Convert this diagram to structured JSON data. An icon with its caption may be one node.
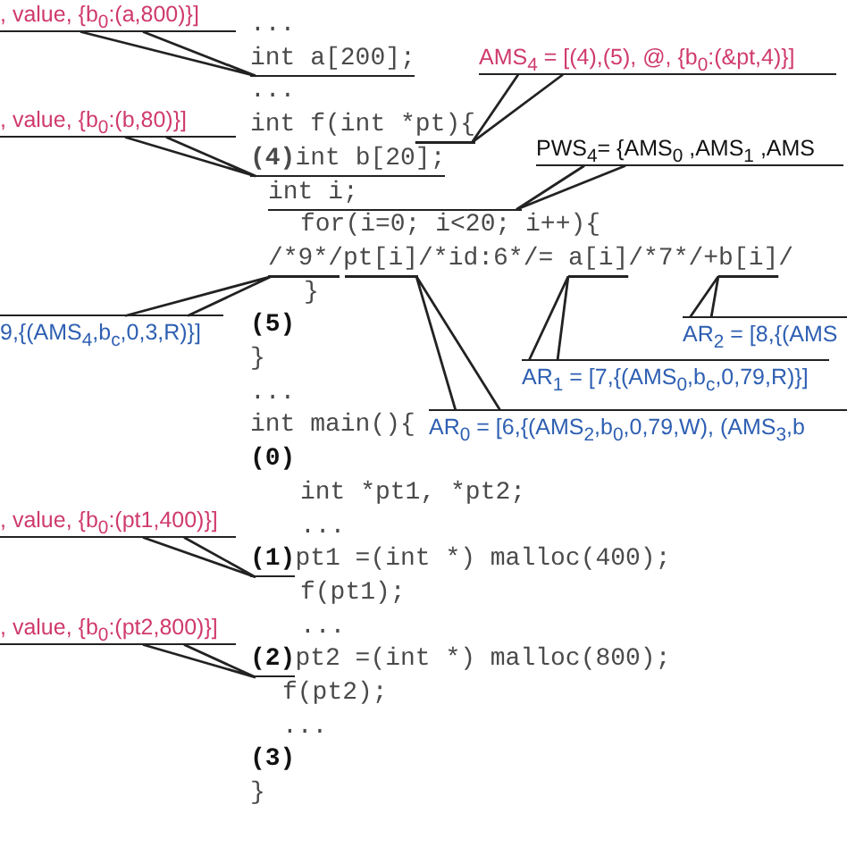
{
  "diagram": {
    "nodes": [
      {
        "text": [
          ", value, {b$_{0}$:(a,800)}]"
        ]
      },
      {
        "text": [
          "int a[200];"
        ]
      },
      {
        "text": [
          "AMS$_{4}$ = [(4),(5), @, {b$_{0}$:(&pt,4)}]"
        ]
      },
      {
        "text": [
          ", value, {b$_{0}$:(b,80)}]"
        ]
      },
      {
        "text": [
          "int f(int *pt){"
        ]
      },
      {
        "text": [
          "PWS$_{4}$= {AMS$_{0}$ ,AMS$_{1}$ ,AMS"
        ]
      },
      {
        "text": [
          "**(4)**int b[20];"
        ]
      },
      {
        "text": [
          "int i;"
        ]
      },
      {
        "text": [
          "/*9*/pt[i]/*id:6*/= a[i]/*7*/+b[i]/"
        ]
      },
      {
        "text": [
          "9,{(AMS$_{4}$,b$_{c}$,0,3,R)}]"
        ]
      },
      {
        "text": [
          "AR$_{2}$ = [8,{(AMS"
        ]
      },
      {
        "text": [
          "AR$_{1}$ = [7,{(AMS$_{0}$,b$_{c}$,0,79,R)}]"
        ]
      },
      {
        "text": [
          "AR$_{0}$ = [6,{(AMS$_{2}$,b$_{0}$,0,79,W), (AMS$_{3}$,b"
        ]
      },
      {
        "text": [
          ", value, {b$_{0}$:(pt1,400)}]"
        ]
      },
      {
        "text": [
          "(1)"
        ]
      },
      {
        "text": [
          ", value, {b$_{0}$:(pt2,800)}]"
        ]
      },
      {
        "text": [
          "(2)"
        ]
      }
    ],
    "edges": [
      {
        "from": 0,
        "to": 1,
        "arrow": "none"
      },
      {
        "from": 2,
        "to": 4,
        "arrow": "none"
      },
      {
        "from": 3,
        "to": 6,
        "arrow": "none"
      },
      {
        "from": 5,
        "to": 7,
        "arrow": "none"
      },
      {
        "from": 9,
        "to": 8,
        "arrow": "none"
      },
      {
        "from": 10,
        "to": 8,
        "arrow": "none"
      },
      {
        "from": 11,
        "to": 8,
        "arrow": "none"
      },
      {
        "from": 12,
        "to": 8,
        "arrow": "none"
      },
      {
        "from": 13,
        "to": 14,
        "arrow": "none"
      },
      {
        "from": 15,
        "to": 16,
        "arrow": "none"
      }
    ],
    "labels": [
      "...",
      "...",
      "for(i=0; i<20; i++){",
      "}",
      "(5)",
      "}",
      "...",
      "int main(){",
      "(0)",
      "int *pt1, *pt2;",
      "...",
      "pt1 =(int *) malloc(400);",
      "f(pt1);",
      "...",
      "pt2 =(int *) malloc(800);",
      "f(pt2);",
      "...",
      "(3)",
      "}"
    ]
  }
}
